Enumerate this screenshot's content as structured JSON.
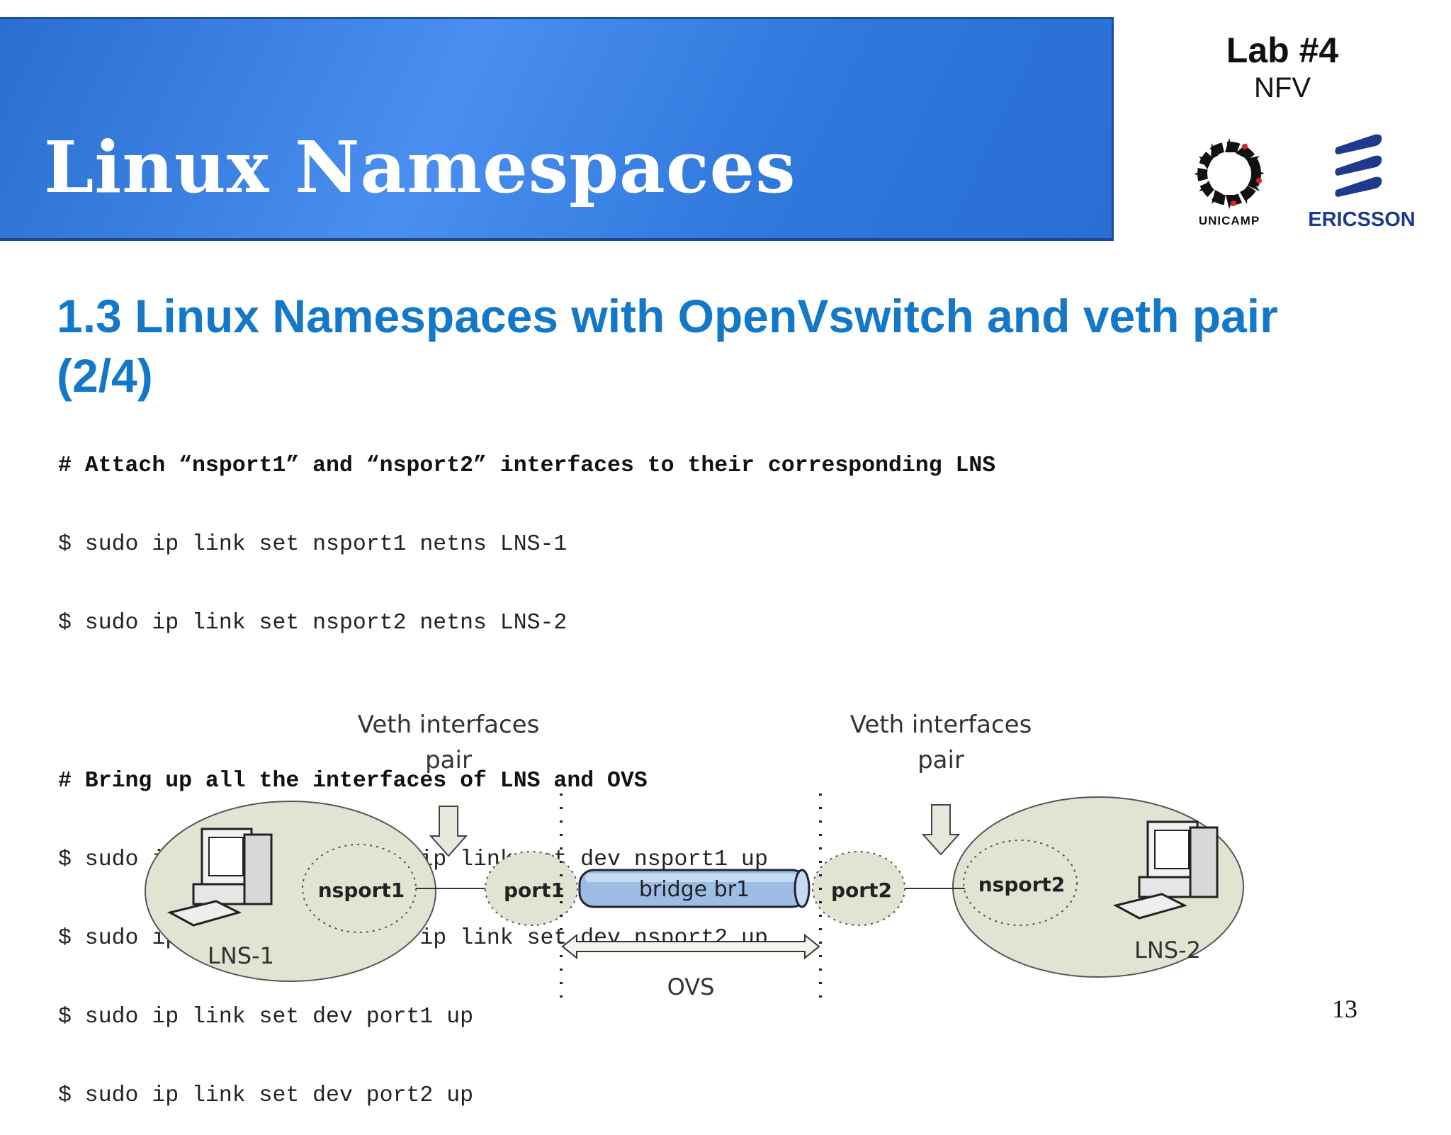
{
  "header": {
    "title": "Linux Namespaces",
    "lab": "Lab #4",
    "lab_subtitle": "NFV",
    "logos": {
      "unicamp": "UNICAMP",
      "ericsson": "ERICSSON"
    }
  },
  "section": {
    "title_line1": "1.3 Linux Namespaces with OpenVswitch and veth pair",
    "title_line2": "(2/4)"
  },
  "code": {
    "block1": {
      "comment": "# Attach “nsport1” and “nsport2” interfaces to their corresponding LNS",
      "lines": [
        "$ sudo ip link set nsport1 netns LNS-1",
        "$ sudo ip link set nsport2 netns LNS-2"
      ]
    },
    "block2": {
      "comment": "# Bring up all the interfaces of LNS and OVS",
      "lines": [
        "$ sudo ip netns exec LNS-1 ip link set dev nsport1 up",
        "$ sudo ip netns exec LNS-2 ip link set dev nsport2 up",
        "$ sudo ip link set dev port1 up",
        "$ sudo ip link set dev port2 up"
      ]
    }
  },
  "diagram": {
    "veth_label_left_1": "Veth interfaces",
    "veth_label_left_2": "pair",
    "veth_label_right_1": "Veth interfaces",
    "veth_label_right_2": "pair",
    "nsport1": "nsport1",
    "nsport2": "nsport2",
    "port1": "port1",
    "port2": "port2",
    "bridge": "bridge br1",
    "lns1": "LNS-1",
    "lns2": "LNS-2",
    "ovs": "OVS"
  },
  "page_number": "13",
  "colors": {
    "banner": "#3a82e4",
    "section_title": "#1478c8",
    "namespace_fill": "#e3e3d3",
    "bridge_fill": "#9dbde6"
  }
}
